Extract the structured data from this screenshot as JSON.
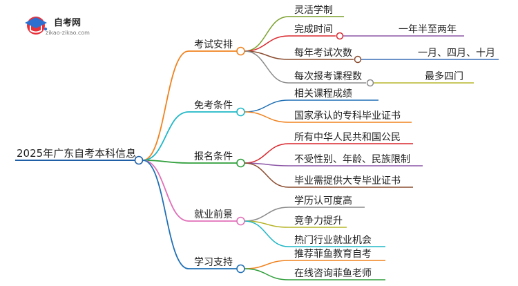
{
  "logo": {
    "title": "自考网",
    "url": "zikao-zikao.com"
  },
  "root": {
    "label": "2025年广东自考本科信息"
  },
  "branches": [
    {
      "label": "考试安排",
      "color": "#f0821e",
      "items": [
        {
          "label": "灵活学制",
          "color": "#7aa12c"
        },
        {
          "label": "完成时间",
          "color": "#d9262c",
          "value": "一年半至两年",
          "value_color": "#8a55a5"
        },
        {
          "label": "每年考试次数",
          "color": "#8a4b2e",
          "value": "一月、四月、十月",
          "value_color": "#3a6fb5"
        },
        {
          "label": "每次报考课程数",
          "color": "#8a8a8a",
          "value": "最多四门",
          "value_color": "#b7b52a"
        }
      ]
    },
    {
      "label": "免考条件",
      "color": "#1fb7c6",
      "items": [
        {
          "label": "相关课程成绩",
          "color": "#1f6fb5"
        },
        {
          "label": "国家承认的专科毕业证书",
          "color": "#f0821e"
        }
      ]
    },
    {
      "label": "报名条件",
      "color": "#2e9e3a",
      "items": [
        {
          "label": "所有中华人民共和国公民",
          "color": "#d9262c"
        },
        {
          "label": "不受性别、年龄、民族限制",
          "color": "#8a55a5"
        },
        {
          "label": "毕业需提供大专毕业证书",
          "color": "#8a4b2e"
        }
      ]
    },
    {
      "label": "就业前景",
      "color": "#e06fb8",
      "items": [
        {
          "label": "学历认可度高",
          "color": "#8a8a8a"
        },
        {
          "label": "竞争力提升",
          "color": "#b7b52a"
        },
        {
          "label": "热门行业就业机会",
          "color": "#1fb7c6"
        }
      ]
    },
    {
      "label": "学习支持",
      "color": "#1f6fb5",
      "items": [
        {
          "label": "推荐菲鱼教育自考",
          "color": "#f0821e"
        },
        {
          "label": "在线咨询菲鱼老师",
          "color": "#2e9e3a"
        }
      ]
    }
  ]
}
